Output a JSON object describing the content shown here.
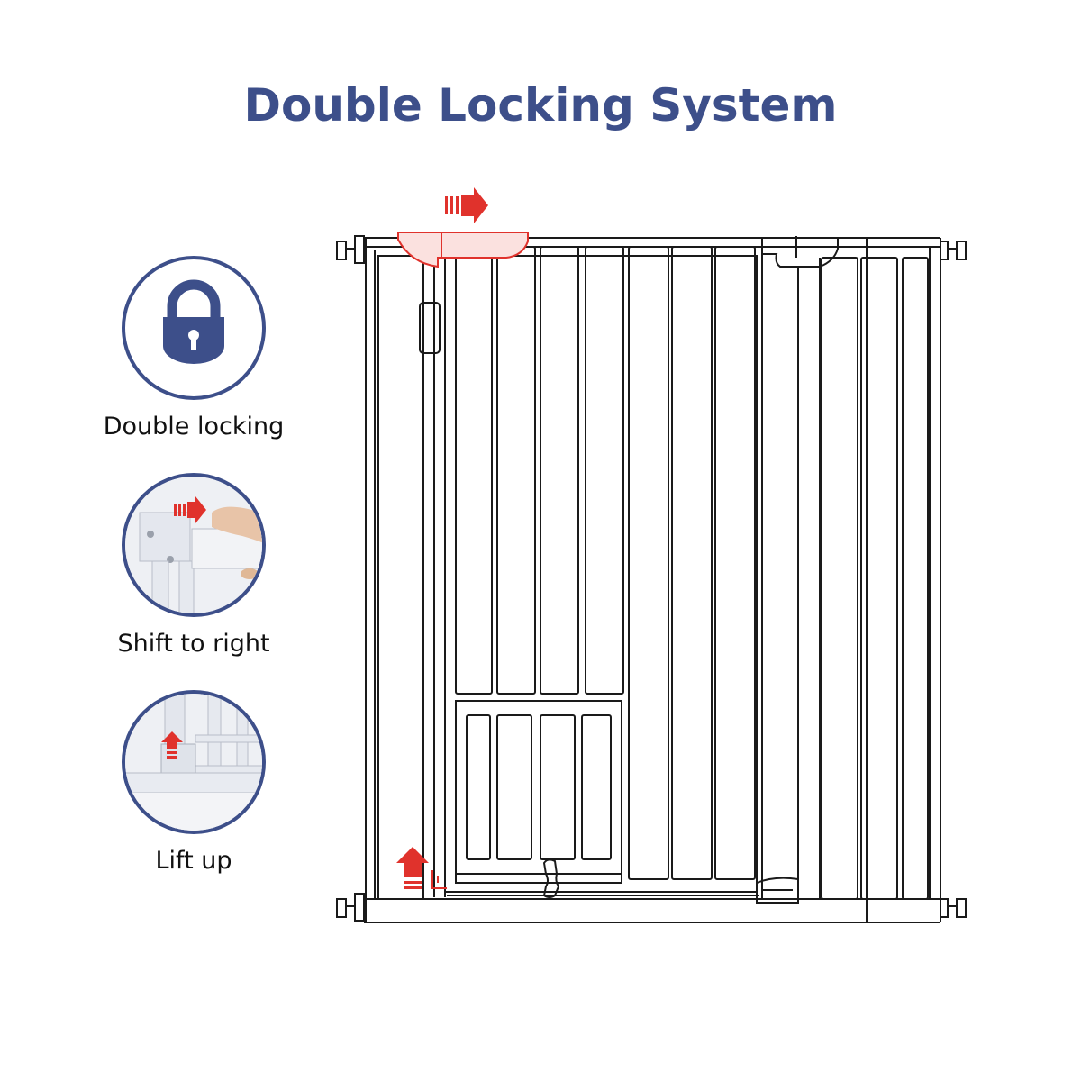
{
  "title": "Double Locking System",
  "features": [
    {
      "label": "Double locking",
      "icon": "padlock-icon"
    },
    {
      "label": "Shift to right",
      "icon": "shift-right-photo"
    },
    {
      "label": "Lift up",
      "icon": "lift-up-photo"
    }
  ],
  "colors": {
    "brand_blue": "#3d4f8a",
    "arrow_red": "#e0322c",
    "outline": "#1a1a1a"
  }
}
